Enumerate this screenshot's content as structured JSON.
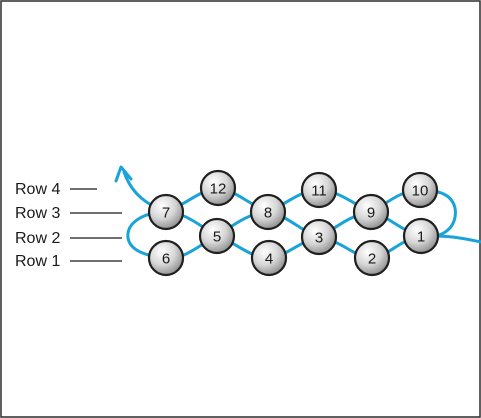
{
  "row_labels": [
    "Row 4",
    "Row 3",
    "Row 2",
    "Row 1"
  ],
  "beads": [
    {
      "label": "1"
    },
    {
      "label": "2"
    },
    {
      "label": "3"
    },
    {
      "label": "4"
    },
    {
      "label": "5"
    },
    {
      "label": "6"
    },
    {
      "label": "7"
    },
    {
      "label": "8"
    },
    {
      "label": "9"
    },
    {
      "label": "10"
    },
    {
      "label": "11"
    },
    {
      "label": "12"
    }
  ],
  "colors": {
    "thread": "#1aa3d8",
    "bead_outline": "#1f1f1f",
    "bead_fill_light": "#ffffff",
    "bead_fill_dark": "#9a9a9a",
    "border": "#2b2b2b"
  }
}
